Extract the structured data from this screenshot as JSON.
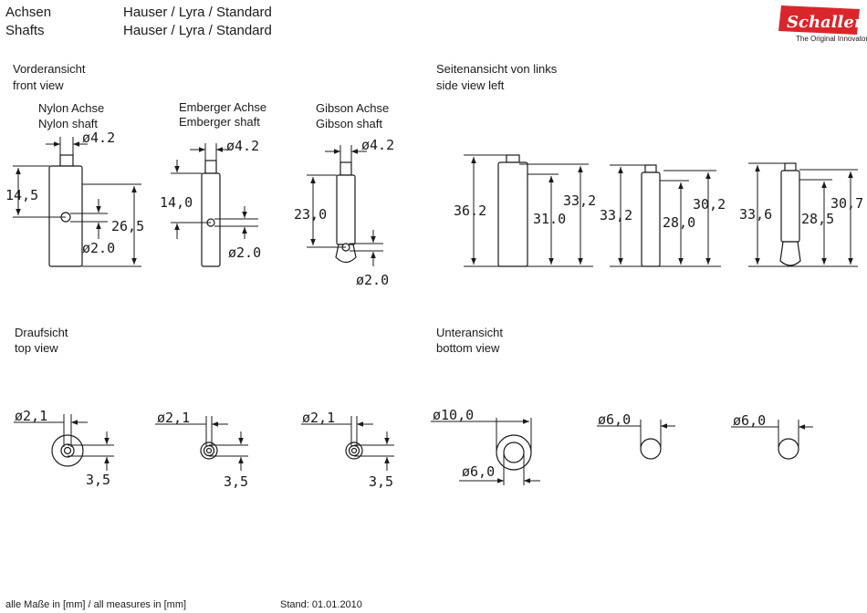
{
  "header": {
    "title_de": "Achsen",
    "title_en": "Shafts",
    "subtitle_de": "Hauser / Lyra / Standard",
    "subtitle_en": "Hauser / Lyra /  Standard"
  },
  "logo": {
    "brand": "Schaller",
    "tagline": "The Original Innovators",
    "color": "#d9262b"
  },
  "sections": {
    "front": {
      "de": "Vorderansicht",
      "en": "front view"
    },
    "side": {
      "de": "Seitenansicht von links",
      "en": "side view left"
    },
    "top": {
      "de": "Draufsicht",
      "en": "top view"
    },
    "bottom": {
      "de": "Unteransicht",
      "en": "bottom view"
    }
  },
  "shafts": {
    "nylon": {
      "de": "Nylon Achse",
      "en": "Nylon shaft"
    },
    "emberger": {
      "de": "Emberger Achse",
      "en": "Emberger shaft"
    },
    "gibson": {
      "de": "Gibson Achse",
      "en": "Gibson shaft"
    }
  },
  "dims": {
    "nylon": {
      "top_dia": "ø4.2",
      "height": "14,5",
      "total": "26,5",
      "hole": "ø2.0"
    },
    "emberger": {
      "top_dia": "ø4.2",
      "height": "14,0",
      "hole": "ø2.0"
    },
    "gibson": {
      "top_dia": "ø4.2",
      "height": "23,0",
      "hole": "ø2.0"
    },
    "side_nylon": {
      "a": "36.2",
      "b": "31.0",
      "c": "33,2"
    },
    "side_emberger": {
      "a": "33,2",
      "b": "28,0",
      "c": "30,2"
    },
    "side_gibson": {
      "a": "33,6",
      "b": "28,5",
      "c": "30,7"
    },
    "top_view": {
      "dia": "ø2,1",
      "offset": "3,5"
    },
    "bottom_view": {
      "outer": "ø10,0",
      "inner": "ø6,0",
      "emberger": "ø6,0",
      "gibson": "ø6,0"
    }
  },
  "footer": {
    "units": "alle Maße in [mm] / all measures in [mm]",
    "date": "Stand: 01.01.2010"
  }
}
